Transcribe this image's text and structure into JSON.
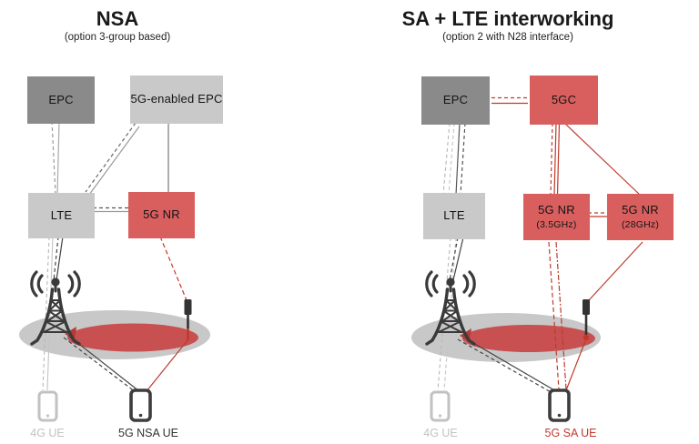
{
  "panels": {
    "left": {
      "title": "NSA",
      "subtitle": "(option 3-group based)",
      "epc": "EPC",
      "enabled_epc": "5G-enabled EPC",
      "lte": "LTE",
      "nr": "5G NR",
      "ue4g": "4G UE",
      "ue5g": "5G NSA UE"
    },
    "right": {
      "title": "SA + LTE interworking",
      "subtitle": "(option 2 with N28 interface)",
      "epc": "EPC",
      "core5g": "5GC",
      "lte": "LTE",
      "nr_sub6": "5G NR",
      "nr_sub6_band": "(3.5GHz)",
      "nr_mmwave": "5G NR",
      "nr_mmwave_band": "(28GHz)",
      "ue4g": "4G UE",
      "ue5g": "5G SA UE"
    }
  },
  "icons": {
    "macro_tower": "lattice-tower-with-radio-waves",
    "small_cell": "small-cell-antenna",
    "ue_phone": "smartphone"
  },
  "colors": {
    "epc_fill": "#8a8a8a",
    "lte_fill": "#c9c9c9",
    "nr_fill": "#d95f5f",
    "coverage_macro": "#c8c8c8",
    "coverage_5g": "#c85050",
    "line_red": "#c0392b",
    "line_dark": "#444444",
    "line_gray": "#b8b8b8"
  }
}
